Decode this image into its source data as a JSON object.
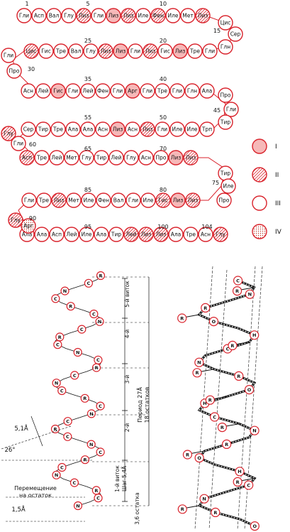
{
  "colors": {
    "red": "#d9222b",
    "ink": "#111111",
    "fill_light": "#f6b8b8",
    "dot": "#c0392b"
  },
  "sequence": {
    "row1": [
      "Гли",
      "Асп",
      "Вал",
      "Глу",
      "Лиз",
      "Гли",
      "Лиз",
      "Лиз",
      "Иле",
      "Фен",
      "Иле",
      "Мет",
      "Лиз"
    ],
    "row1_types": [
      "III",
      "III",
      "III",
      "III",
      "II",
      "III",
      "I",
      "II",
      "III",
      "II",
      "III",
      "III",
      "II"
    ],
    "row2": [
      "Гли",
      "Тре",
      "Лиз",
      "Гис",
      "Лиз",
      "Гли",
      "Лиз",
      "Лиз",
      "Глу",
      "Вал",
      "Тре",
      "Гис",
      "Цис"
    ],
    "row2_types": [
      "III",
      "III",
      "I",
      "III",
      "II",
      "III",
      "I",
      "II",
      "III",
      "III",
      "III",
      "III",
      "II"
    ],
    "row3": [
      "Асн",
      "Лей",
      "Гис",
      "Гли",
      "Лей",
      "Фен",
      "Гли",
      "Арг",
      "Гли",
      "Тре",
      "Гли",
      "Глн",
      "Ала"
    ],
    "row3_types": [
      "III",
      "III",
      "I",
      "III",
      "III",
      "III",
      "III",
      "I",
      "III",
      "III",
      "III",
      "III",
      "III"
    ],
    "row4": [
      "Трп",
      "Иле",
      "Иле",
      "Гли",
      "Лиз",
      "Асн",
      "Лиз",
      "Асн",
      "Ала",
      "Ала",
      "Тре",
      "Тир",
      "Сер"
    ],
    "row4_types": [
      "III",
      "III",
      "III",
      "III",
      "II",
      "III",
      "I",
      "III",
      "III",
      "III",
      "III",
      "III",
      "III"
    ],
    "row5": [
      "Асп",
      "Тре",
      "Лей",
      "Мет",
      "Глу",
      "Тир",
      "Лей",
      "Глу",
      "Асн",
      "Про",
      "Лиз",
      "Лиз"
    ],
    "row5_types": [
      "II",
      "III",
      "III",
      "III",
      "III",
      "III",
      "III",
      "III",
      "III",
      "III",
      "I",
      "II"
    ],
    "row6": [
      "Лиз",
      "Лиз",
      "Гис",
      "Иле",
      "Гли",
      "Вал",
      "Фен",
      "Иле",
      "Мет",
      "Лиз",
      "Тре",
      "Гли"
    ],
    "row6_types": [
      "II",
      "I",
      "II",
      "III",
      "III",
      "III",
      "III",
      "III",
      "III",
      "II",
      "III",
      "III"
    ],
    "row7": [
      "Ала",
      "Ала",
      "Асп",
      "Лей",
      "Иле",
      "Ала",
      "Тир",
      "Лей",
      "Лиз",
      "Лиз",
      "Ала",
      "Тре",
      "Асн",
      "Глу"
    ],
    "row7_types": [
      "III",
      "III",
      "III",
      "III",
      "III",
      "III",
      "III",
      "II",
      "II",
      "II",
      "III",
      "III",
      "III",
      "II"
    ],
    "links": {
      "r1r2": "Цис",
      "r1r2b": "Сер",
      "r1r2c": "Глн",
      "r2r3a": "Гли",
      "r2r3b": "Про",
      "r3r4a": "Про",
      "r3r4b": "Гли",
      "r3r4c": "Тир",
      "r4r5": "Гли",
      "r4r5b": "Глу",
      "r5r6a": "Тир",
      "r5r6b": "Иле",
      "r5r6c": "Про",
      "r6r7": "Глу",
      "r6r7b": "Арг"
    },
    "numbers": {
      "n1": "1",
      "n5": "5",
      "n10": "10",
      "n15": "15",
      "n20": "20",
      "n25": "25",
      "n30": "30",
      "n35": "35",
      "n40": "40",
      "n45": "45",
      "n50": "50",
      "n55": "55",
      "n60": "60",
      "n65": "65",
      "n70": "70",
      "n75": "75",
      "n80": "80",
      "n85": "85",
      "n90": "90",
      "n95": "95",
      "n100": "100",
      "n104": "104"
    }
  },
  "legend": {
    "t1": "I",
    "t2": "II",
    "t3": "III",
    "t4": "IV"
  },
  "helix": {
    "turn5": "5-й виток",
    "turn4": "4-й",
    "turn3": "3-й",
    "turn2": "2-й",
    "turn1": "1-й виток",
    "pitch": "Шаг 5,4Å",
    "residues": "3,6 остатка",
    "period": "Период 27Å",
    "period2": "18 остатков",
    "dist": "5,1Å",
    "angle": "26°",
    "shift1": "Перемещение",
    "shift2": "на остаток",
    "rise": "1,5Å",
    "atom_n": "N",
    "atom_c": "C",
    "atom_r": "R",
    "atom_o": "O",
    "atom_h": "H"
  }
}
